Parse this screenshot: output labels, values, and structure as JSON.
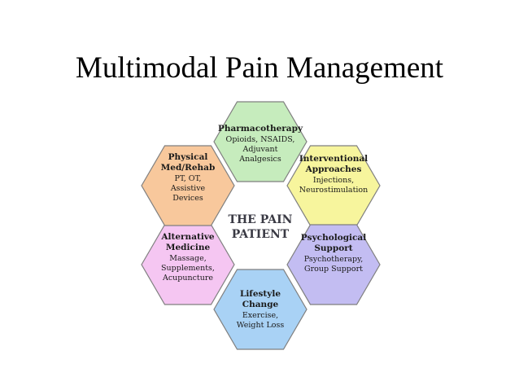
{
  "title": "Multimodal Pain Management",
  "center": {
    "lines": [
      "THE PAIN",
      "PATIENT"
    ]
  },
  "hexagons": [
    {
      "id": "pharmacotherapy",
      "color": "#c6ecbd",
      "heading": [
        "Pharmacotherapy"
      ],
      "body": [
        "Opioids, NSAIDS,",
        "Adjuvant",
        "Analgesics"
      ]
    },
    {
      "id": "interventional",
      "color": "#f7f59d",
      "heading": [
        "Interventional",
        "Approaches"
      ],
      "body": [
        "Injections,",
        "Neurostimulation"
      ]
    },
    {
      "id": "psychological",
      "color": "#c3bdf2",
      "heading": [
        "Psychological",
        "Support"
      ],
      "body": [
        "Psychotherapy,",
        "Group Support"
      ]
    },
    {
      "id": "lifestyle",
      "color": "#a9d2f5",
      "heading": [
        "Lifestyle",
        "Change"
      ],
      "body": [
        "Exercise,",
        "Weight Loss"
      ]
    },
    {
      "id": "alternative",
      "color": "#f5c6f2",
      "heading": [
        "Alternative",
        "Medicine"
      ],
      "body": [
        "Massage,",
        "Supplements,",
        "Acupuncture"
      ]
    },
    {
      "id": "physical",
      "color": "#f8c89c",
      "heading": [
        "Physical",
        "Med/Rehab"
      ],
      "body": [
        "PT, OT,",
        "Assistive",
        "Devices"
      ]
    }
  ],
  "stroke_color": "#7f7f7f"
}
